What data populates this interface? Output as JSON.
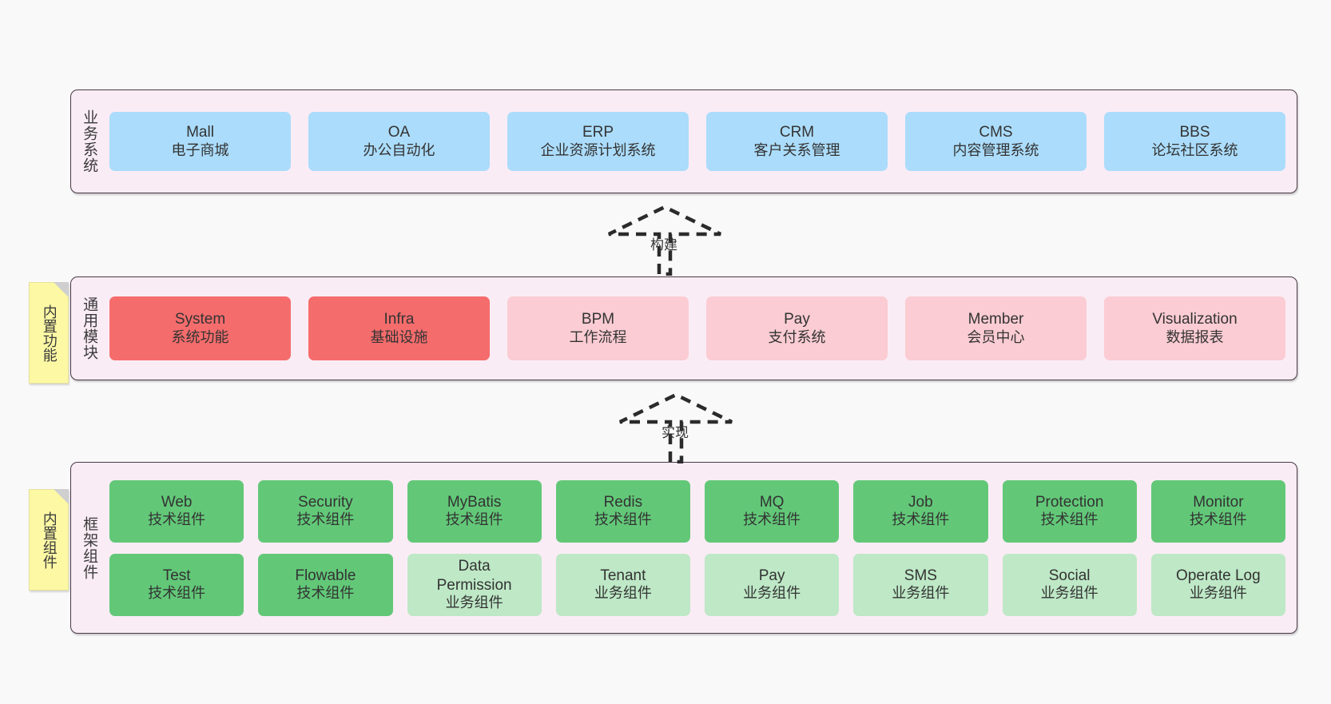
{
  "diagram": {
    "background_color": "#f9f9f9",
    "layer_bg_color": "#faecf5",
    "layer_border_color": "#4a3b46",
    "colors": {
      "blue": "#ABDCFB",
      "red": "#F56C6C",
      "pink": "#FBCCD3",
      "green": "#62C878",
      "light_green": "#BEE8C6",
      "sticky_yellow": "#FCF8A4"
    }
  },
  "layers": {
    "business": {
      "title": "业务系统",
      "cards": [
        {
          "name": "Mall",
          "desc": "电子商城"
        },
        {
          "name": "OA",
          "desc": "办公自动化"
        },
        {
          "name": "ERP",
          "desc": "企业资源计划系统"
        },
        {
          "name": "CRM",
          "desc": "客户关系管理"
        },
        {
          "name": "CMS",
          "desc": "内容管理系统"
        },
        {
          "name": "BBS",
          "desc": "论坛社区系统"
        }
      ]
    },
    "common": {
      "title": "通用模块",
      "sticky": "内置功能",
      "cards": [
        {
          "name": "System",
          "desc": "系统功能",
          "color": "red"
        },
        {
          "name": "Infra",
          "desc": "基础设施",
          "color": "red"
        },
        {
          "name": "BPM",
          "desc": "工作流程",
          "color": "pink"
        },
        {
          "name": "Pay",
          "desc": "支付系统",
          "color": "pink"
        },
        {
          "name": "Member",
          "desc": "会员中心",
          "color": "pink"
        },
        {
          "name": "Visualization",
          "desc": "数据报表",
          "color": "pink"
        }
      ]
    },
    "framework": {
      "title": "框架组件",
      "sticky": "内置组件",
      "row1": [
        {
          "name": "Web",
          "desc": "技术组件",
          "color": "green"
        },
        {
          "name": "Security",
          "desc": "技术组件",
          "color": "green"
        },
        {
          "name": "MyBatis",
          "desc": "技术组件",
          "color": "green"
        },
        {
          "name": "Redis",
          "desc": "技术组件",
          "color": "green"
        },
        {
          "name": "MQ",
          "desc": "技术组件",
          "color": "green"
        },
        {
          "name": "Job",
          "desc": "技术组件",
          "color": "green"
        },
        {
          "name": "Protection",
          "desc": "技术组件",
          "color": "green"
        },
        {
          "name": "Monitor",
          "desc": "技术组件",
          "color": "green"
        }
      ],
      "row2": [
        {
          "name": "Test",
          "desc": "技术组件",
          "color": "green"
        },
        {
          "name": "Flowable",
          "desc": "技术组件",
          "color": "green"
        },
        {
          "name": "Data Permission",
          "desc": "业务组件",
          "color": "light_green"
        },
        {
          "name": "Tenant",
          "desc": "业务组件",
          "color": "light_green"
        },
        {
          "name": "Pay",
          "desc": "业务组件",
          "color": "light_green"
        },
        {
          "name": "SMS",
          "desc": "业务组件",
          "color": "light_green"
        },
        {
          "name": "Social",
          "desc": "业务组件",
          "color": "light_green"
        },
        {
          "name": "Operate Log",
          "desc": "业务组件",
          "color": "light_green"
        }
      ]
    }
  },
  "connectors": [
    {
      "label": "构建",
      "direction": "up"
    },
    {
      "label": "实现",
      "direction": "up"
    }
  ]
}
